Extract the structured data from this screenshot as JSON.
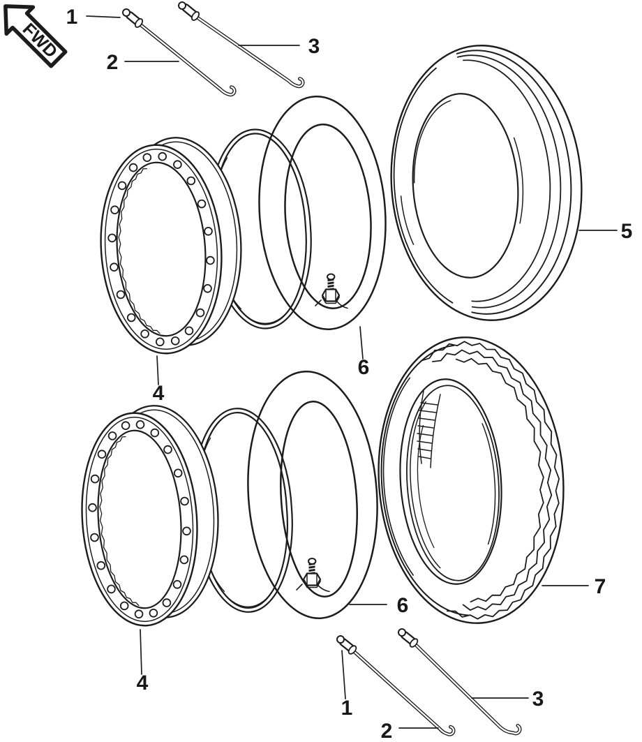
{
  "page": {
    "background_color": "#ffffff",
    "line_color": "#1c1c1c"
  },
  "fwd_badge": {
    "label": "FWD"
  },
  "callouts": {
    "top_spoke_nipple": "1",
    "top_spoke_inner": "2",
    "top_spoke_outer": "3",
    "front_rim": "4",
    "front_tire": "5",
    "front_tube": "6",
    "rear_rim": "4",
    "rear_tube": "6",
    "rear_tire": "7",
    "bottom_spoke_nipple": "1",
    "bottom_spoke_inner": "2",
    "bottom_spoke_outer": "3"
  }
}
